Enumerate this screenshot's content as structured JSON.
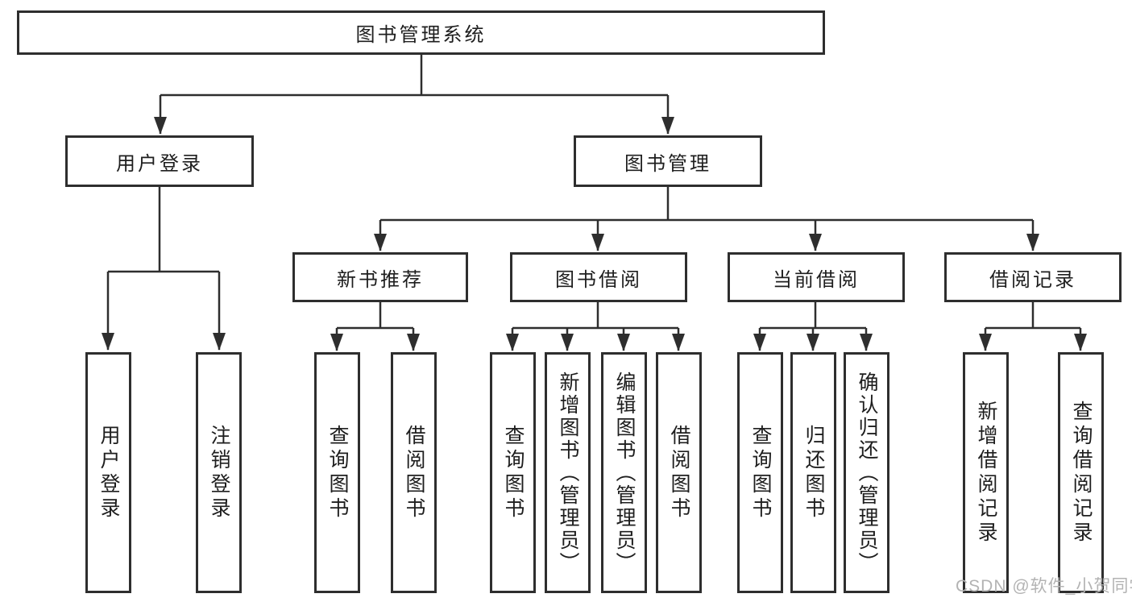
{
  "diagram": {
    "root": {
      "label": "图书管理系统",
      "children": [
        {
          "label": "用户登录",
          "children": [
            {
              "label": "用户登录"
            },
            {
              "label": "注销登录"
            }
          ]
        },
        {
          "label": "图书管理",
          "children": [
            {
              "label": "新书推荐",
              "children": [
                {
                  "label": "查询图书"
                },
                {
                  "label": "借阅图书"
                }
              ]
            },
            {
              "label": "图书借阅",
              "children": [
                {
                  "label": "查询图书"
                },
                {
                  "label": "新增图书（管理员）"
                },
                {
                  "label": "编辑图书（管理员）"
                },
                {
                  "label": "借阅图书"
                }
              ]
            },
            {
              "label": "当前借阅",
              "children": [
                {
                  "label": "查询图书"
                },
                {
                  "label": "归还图书"
                },
                {
                  "label": "确认归还（管理员）"
                }
              ]
            },
            {
              "label": "借阅记录",
              "children": [
                {
                  "label": "新增借阅记录"
                },
                {
                  "label": "查询借阅记录"
                }
              ]
            }
          ]
        }
      ]
    }
  },
  "watermark": {
    "text": "CSDN @软件_小贺同学"
  },
  "colors": {
    "line": "#2e2e2e",
    "box_border": "#2e2e2e",
    "text": "#1e1e1e",
    "watermark": "#b3b3b3",
    "background": "#ffffff"
  }
}
